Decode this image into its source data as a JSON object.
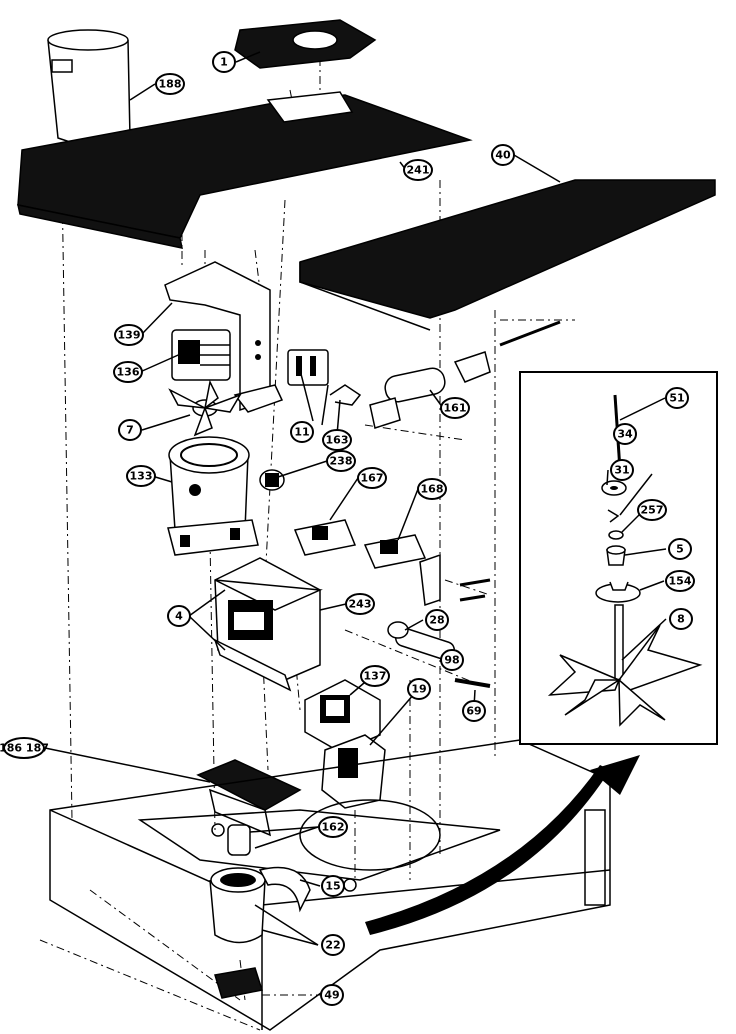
{
  "diagram": {
    "callouts": [
      {
        "id": "1",
        "label": "1"
      },
      {
        "id": "188",
        "label": "188"
      },
      {
        "id": "241",
        "label": "241"
      },
      {
        "id": "40",
        "label": "40"
      },
      {
        "id": "139",
        "label": "139"
      },
      {
        "id": "136",
        "label": "136"
      },
      {
        "id": "7",
        "label": "7"
      },
      {
        "id": "11",
        "label": "11"
      },
      {
        "id": "163",
        "label": "163"
      },
      {
        "id": "161",
        "label": "161"
      },
      {
        "id": "133",
        "label": "133"
      },
      {
        "id": "238",
        "label": "238"
      },
      {
        "id": "167",
        "label": "167"
      },
      {
        "id": "168",
        "label": "168"
      },
      {
        "id": "4",
        "label": "4"
      },
      {
        "id": "243",
        "label": "243"
      },
      {
        "id": "28",
        "label": "28"
      },
      {
        "id": "98",
        "label": "98"
      },
      {
        "id": "69",
        "label": "69"
      },
      {
        "id": "137",
        "label": "137"
      },
      {
        "id": "19",
        "label": "19"
      },
      {
        "id": "186-187",
        "label": "186 187"
      },
      {
        "id": "162",
        "label": "162"
      },
      {
        "id": "15",
        "label": "15"
      },
      {
        "id": "22",
        "label": "22"
      },
      {
        "id": "49",
        "label": "49"
      },
      {
        "id": "51",
        "label": "51"
      },
      {
        "id": "34",
        "label": "34"
      },
      {
        "id": "31",
        "label": "31"
      },
      {
        "id": "257",
        "label": "257"
      },
      {
        "id": "5",
        "label": "5"
      },
      {
        "id": "154",
        "label": "154"
      },
      {
        "id": "8",
        "label": "8"
      }
    ]
  }
}
